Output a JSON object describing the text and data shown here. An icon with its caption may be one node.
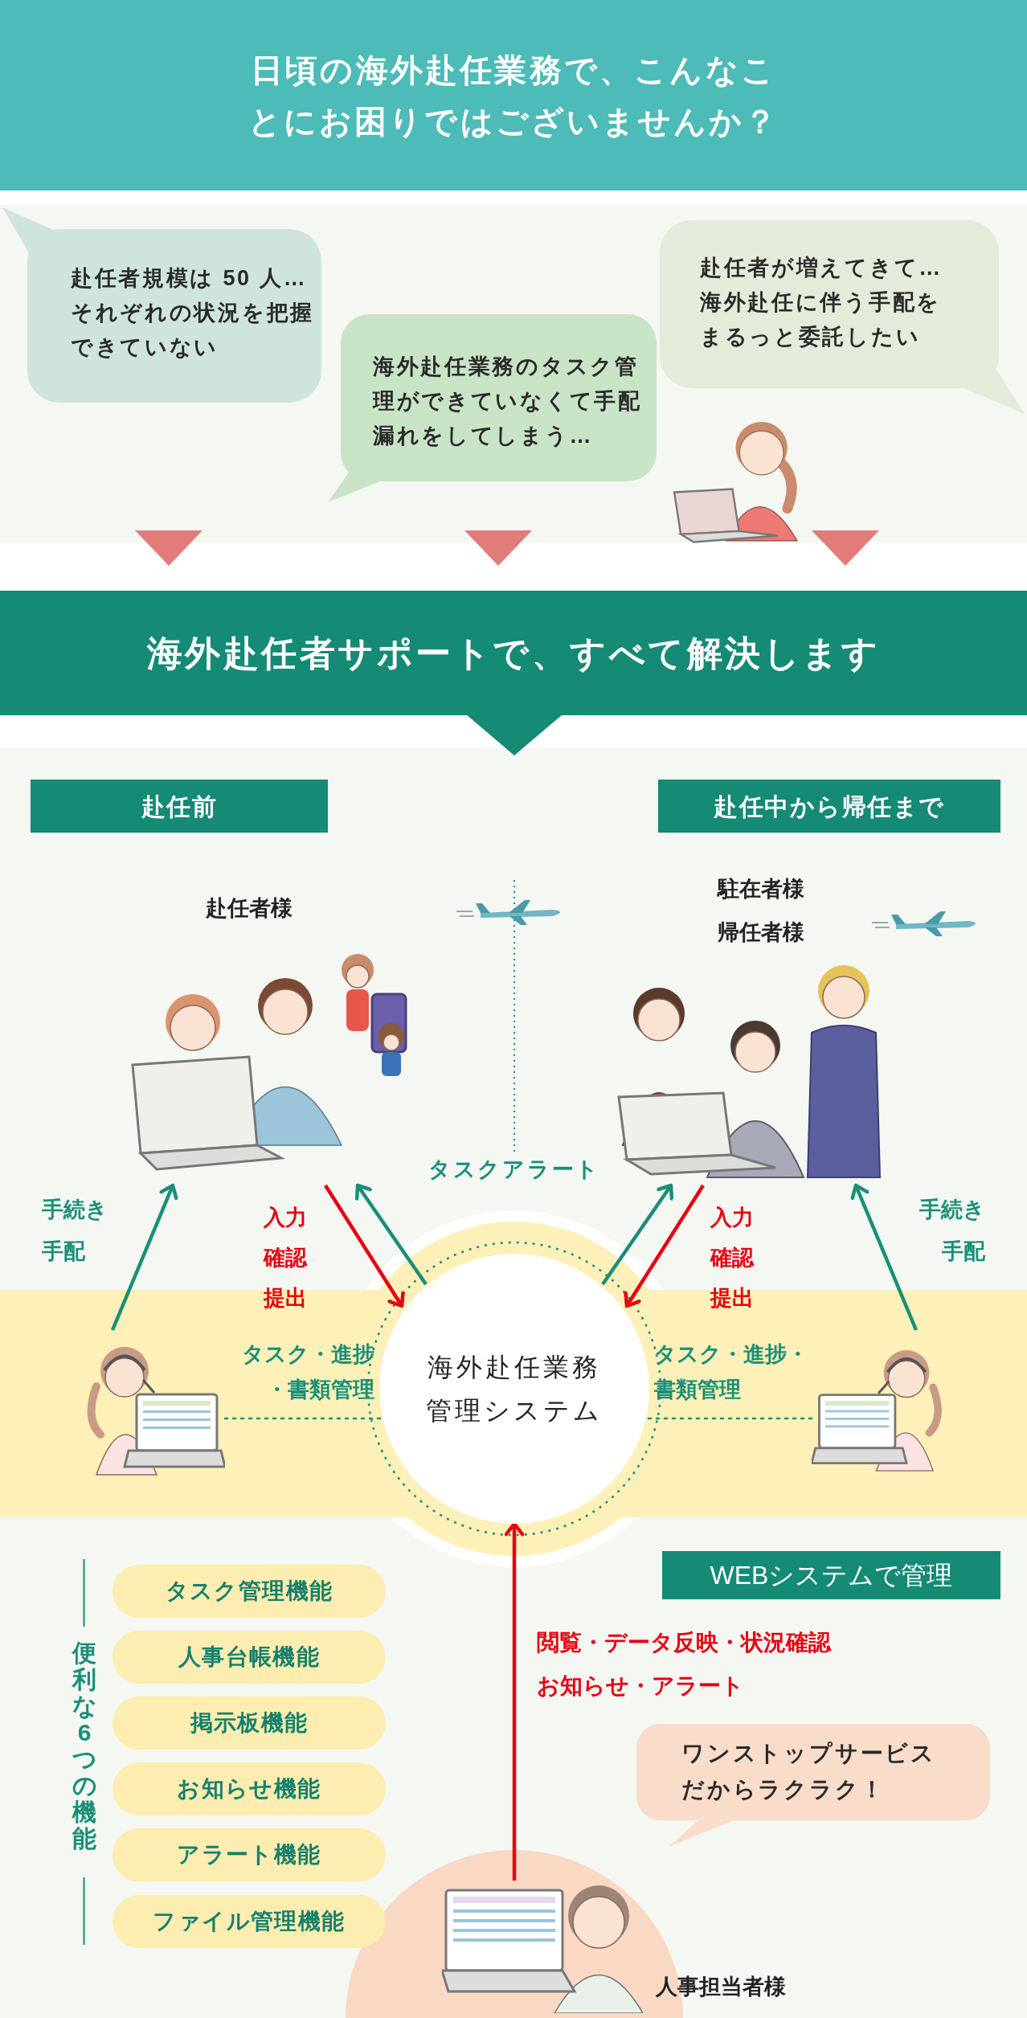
{
  "diagram": {
    "title": "日頃の海外赴任業務で、こんなことにお困りではございませんか？",
    "nodes": [
      {
        "text": [
          "赴任者規模は 50 人…それぞれの状況を把握できていない"
        ]
      },
      {
        "text": [
          "海外赴任業務のタスク管理ができていなくて手配漏れをしてしまう…"
        ]
      },
      {
        "text": [
          "赴任者が増えてきて…海外赴任に伴う手配をまるっと委託したい"
        ]
      },
      {
        "text": [
          "海外赴任者サポートで、すべて解決します"
        ]
      },
      {
        "text": [
          "赴任前"
        ]
      },
      {
        "text": [
          "赴任中から帰任まで"
        ]
      },
      {
        "text": [],
        "shape": "picture",
        "beside": [
          "赴任者様"
        ]
      },
      {
        "text": [],
        "shape": "picture",
        "beside": [
          "駐在者様",
          "帰任者様"
        ]
      },
      {
        "text": [
          "海外赴任業務管理システム"
        ]
      },
      {
        "text": [],
        "shape": "picture"
      },
      {
        "text": [],
        "shape": "picture"
      },
      {
        "text": [
          "WEBシステムで管理"
        ]
      },
      {
        "text": [
          "タスク管理機能"
        ]
      },
      {
        "text": [
          "人事台帳機能"
        ]
      },
      {
        "text": [
          "掲示板機能"
        ]
      },
      {
        "text": [
          "お知らせ機能"
        ]
      },
      {
        "text": [
          "アラート機能"
        ]
      },
      {
        "text": [
          "ファイル管理機能"
        ]
      },
      {
        "text": [
          "ワンストップサービスだからラクラク！"
        ]
      },
      {
        "text": [],
        "shape": "picture",
        "beside": [
          "人事担当者様"
        ]
      },
      {
        "text": [],
        "shape": "triangle"
      },
      {
        "text": [],
        "shape": "triangle"
      },
      {
        "text": [],
        "shape": "triangle"
      },
      {
        "text": [],
        "shape": "triangle"
      }
    ],
    "edges": [
      {
        "from": 8,
        "to": 6,
        "arrow": "to"
      },
      {
        "from": 6,
        "to": 8,
        "arrow": "to",
        "color": "#e60012"
      },
      {
        "from": 8,
        "to": 7,
        "arrow": "to"
      },
      {
        "from": 7,
        "to": 8,
        "arrow": "to",
        "color": "#e60012"
      },
      {
        "from": 9,
        "to": 6,
        "arrow": "to"
      },
      {
        "from": 10,
        "to": 7,
        "arrow": "to"
      },
      {
        "from": 9,
        "to": 8,
        "arrow": "none",
        "style": "dashed"
      },
      {
        "from": 10,
        "to": 8,
        "arrow": "none",
        "style": "dashed"
      },
      {
        "from": 19,
        "to": 8,
        "arrow": "to",
        "color": "#e60012"
      }
    ],
    "labels": [
      "タスクアラート",
      "手続き",
      "手配",
      "入力",
      "確認",
      "提出",
      "入力",
      "確認",
      "提出",
      "手続き",
      "手配",
      "タスク・進捗",
      "・書類管理",
      "タスク・進捗・",
      "書類管理",
      "閲覧・データ反映・状況確認",
      "お知らせ・アラート",
      "便利な6つの機能"
    ]
  }
}
